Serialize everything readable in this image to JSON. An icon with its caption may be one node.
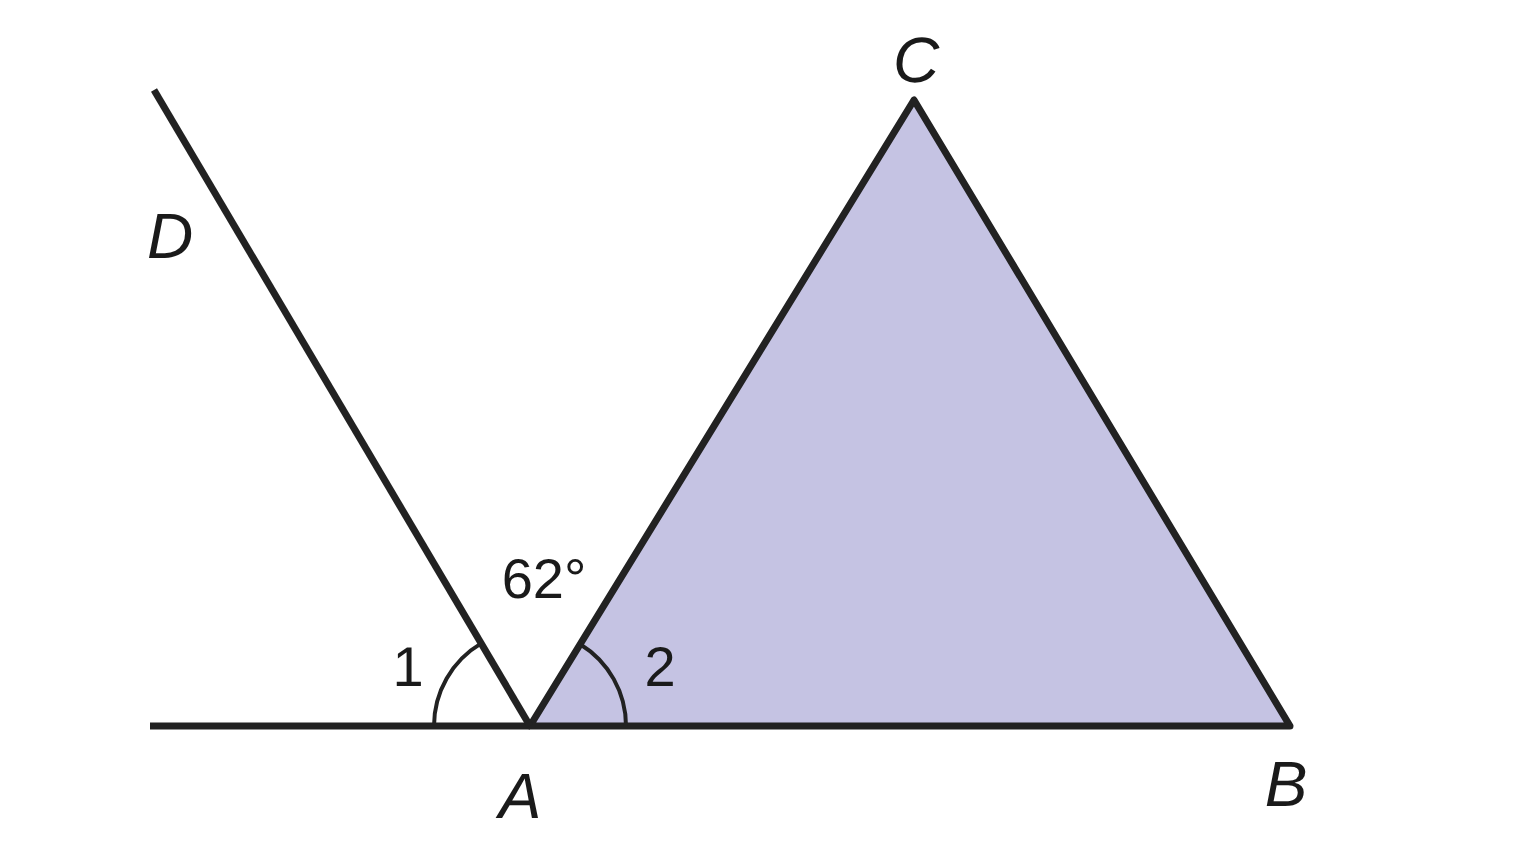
{
  "diagram": {
    "labels": [
      "C",
      "D",
      "62°",
      "1",
      "2",
      "A",
      "B"
    ]
  }
}
